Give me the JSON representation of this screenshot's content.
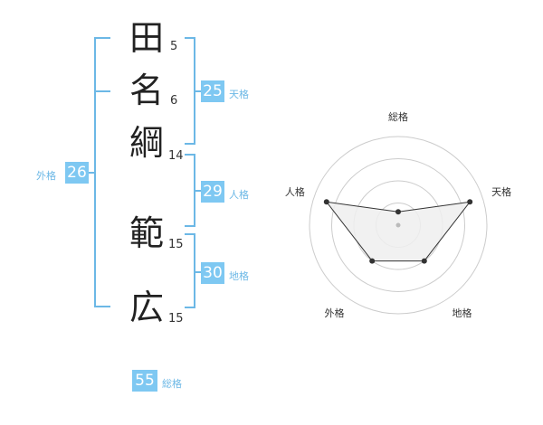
{
  "name": {
    "chars": [
      {
        "char": "田",
        "strokes": "5"
      },
      {
        "char": "名",
        "strokes": "6"
      },
      {
        "char": "綱",
        "strokes": "14"
      },
      {
        "char": "範",
        "strokes": "15"
      },
      {
        "char": "広",
        "strokes": "15"
      }
    ]
  },
  "fortune": {
    "tenkaku": {
      "value": "25",
      "label": "天格"
    },
    "jinkaku": {
      "value": "29",
      "label": "人格"
    },
    "chikaku": {
      "value": "30",
      "label": "地格"
    },
    "gaikaku": {
      "value": "26",
      "label": "外格"
    },
    "soukaku": {
      "value": "55",
      "label": "総格"
    }
  },
  "chart_data": {
    "type": "radar",
    "axes": [
      "総格",
      "天格",
      "地格",
      "外格",
      "人格"
    ],
    "values": [
      0.15,
      0.85,
      0.5,
      0.5,
      0.85
    ],
    "range": [
      0,
      1
    ],
    "rings": 4,
    "colors": {
      "fill": "#eeeeee",
      "line": "#333333",
      "grid": "#cccccc"
    }
  }
}
